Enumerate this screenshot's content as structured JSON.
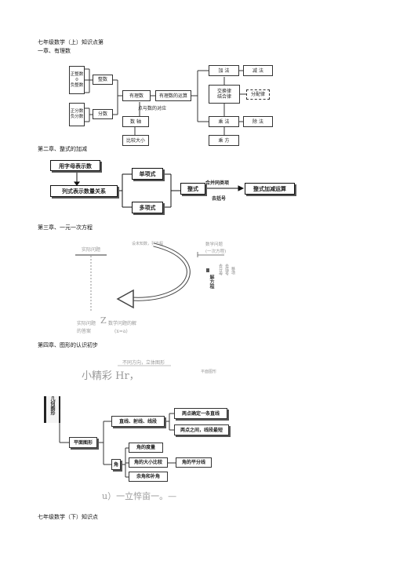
{
  "doc": {
    "title_line1": "七年级数学（上）知识点第",
    "title_line2": "一章、有理数",
    "ch2_heading": "第二章、整式的加减",
    "ch3_heading": "第三章、一元一次方程",
    "ch4_heading": "第四章、图形的认识初步",
    "footer_heading": "七年级数学（下）知识点"
  },
  "ch1": {
    "pos_int": "正整数",
    "zero": "0",
    "neg_int": "负整数",
    "integer": "整数",
    "pos_frac": "正分数",
    "neg_frac": "负分数",
    "fraction": "分数",
    "rational": "有理数",
    "operations": "有理数的运算",
    "correspond": "点与数的对应",
    "numaxis": "数  轴",
    "compare": "比较大小",
    "add": "加  法",
    "sub": "减  法",
    "commute": "交换律",
    "assoc": "结合律",
    "distrib": "分配律",
    "mul": "乘  法",
    "div": "除  法",
    "power": "乘  方"
  },
  "ch2": {
    "letters": "用字母表示数",
    "relation": "列式表示数量关系",
    "monomial": "单项式",
    "polynomial": "多项式",
    "integral": "整式",
    "combine": "合并同类项",
    "bracket": "去括号",
    "addsub": "整式加减运算"
  },
  "ch3": {
    "real_problem": "实际问题",
    "setup": "设未知数，列方程",
    "math_problem": "数学问题",
    "one_eq": "(一次方程)",
    "side1": "去分母",
    "side2": "去括号",
    "side3": "移项",
    "solve": "解方程",
    "check_left": "实际问题",
    "answer": "的答案",
    "z_char": "Z",
    "math_answer": "数学问题的解",
    "x_eq": "(x=a)"
  },
  "ch4": {
    "diff_dir": "不同方向，立体图形",
    "tiny": "小精彩 Hr，",
    "right_note": "平面图形",
    "geo": "几何图形",
    "plane": "平面图形",
    "lines": "直线、射线、线段",
    "two_points": "两点确定一条直线",
    "shortest": "两点之间，线段最短",
    "angle": "角",
    "angle_measure": "角的度量",
    "angle_compare": "角的大小比较",
    "bisector": "角的平分线",
    "comp_sup": "余角和补角",
    "bottom_noise": "u）一立悴亩一。—"
  }
}
